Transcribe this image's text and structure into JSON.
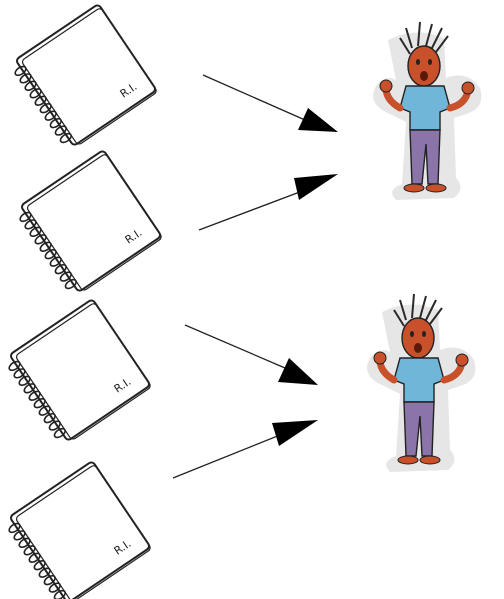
{
  "notebooks": [
    {
      "label": "R.I."
    },
    {
      "label": "R.I."
    },
    {
      "label": "R.I."
    },
    {
      "label": "R.I."
    }
  ],
  "people": [
    {
      "icon": "confused-person-icon"
    },
    {
      "icon": "confused-person-icon"
    }
  ],
  "colors": {
    "line": "#222222",
    "skin": "#c8502a",
    "shirt": "#6fb6d8",
    "pants": "#8a74a8",
    "hair": "#2a2a2a",
    "shadow": "#d8d8d8"
  }
}
